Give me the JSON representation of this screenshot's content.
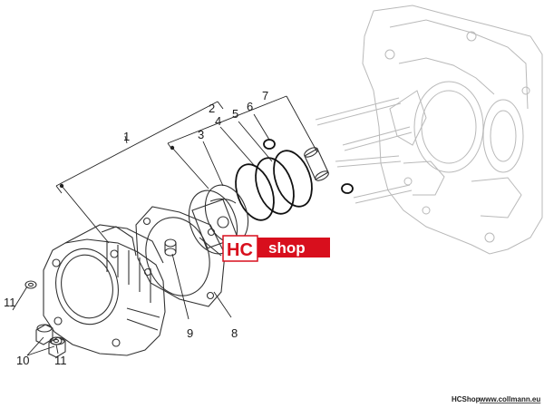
{
  "diagram": {
    "callouts": {
      "c1": "1",
      "c2": "2",
      "c3": "3",
      "c4": "4",
      "c5": "5",
      "c6": "6",
      "c7": "7",
      "c8": "8",
      "c9": "9",
      "c10": "10",
      "c11a": "11",
      "c11b": "11"
    }
  },
  "watermark": {
    "brand_hc": "HC",
    "brand_shop": "shop",
    "brand_sub": "www.collmann.eu"
  },
  "footer": {
    "shop_name": "HCShop",
    "url": "www.collmann.eu"
  }
}
